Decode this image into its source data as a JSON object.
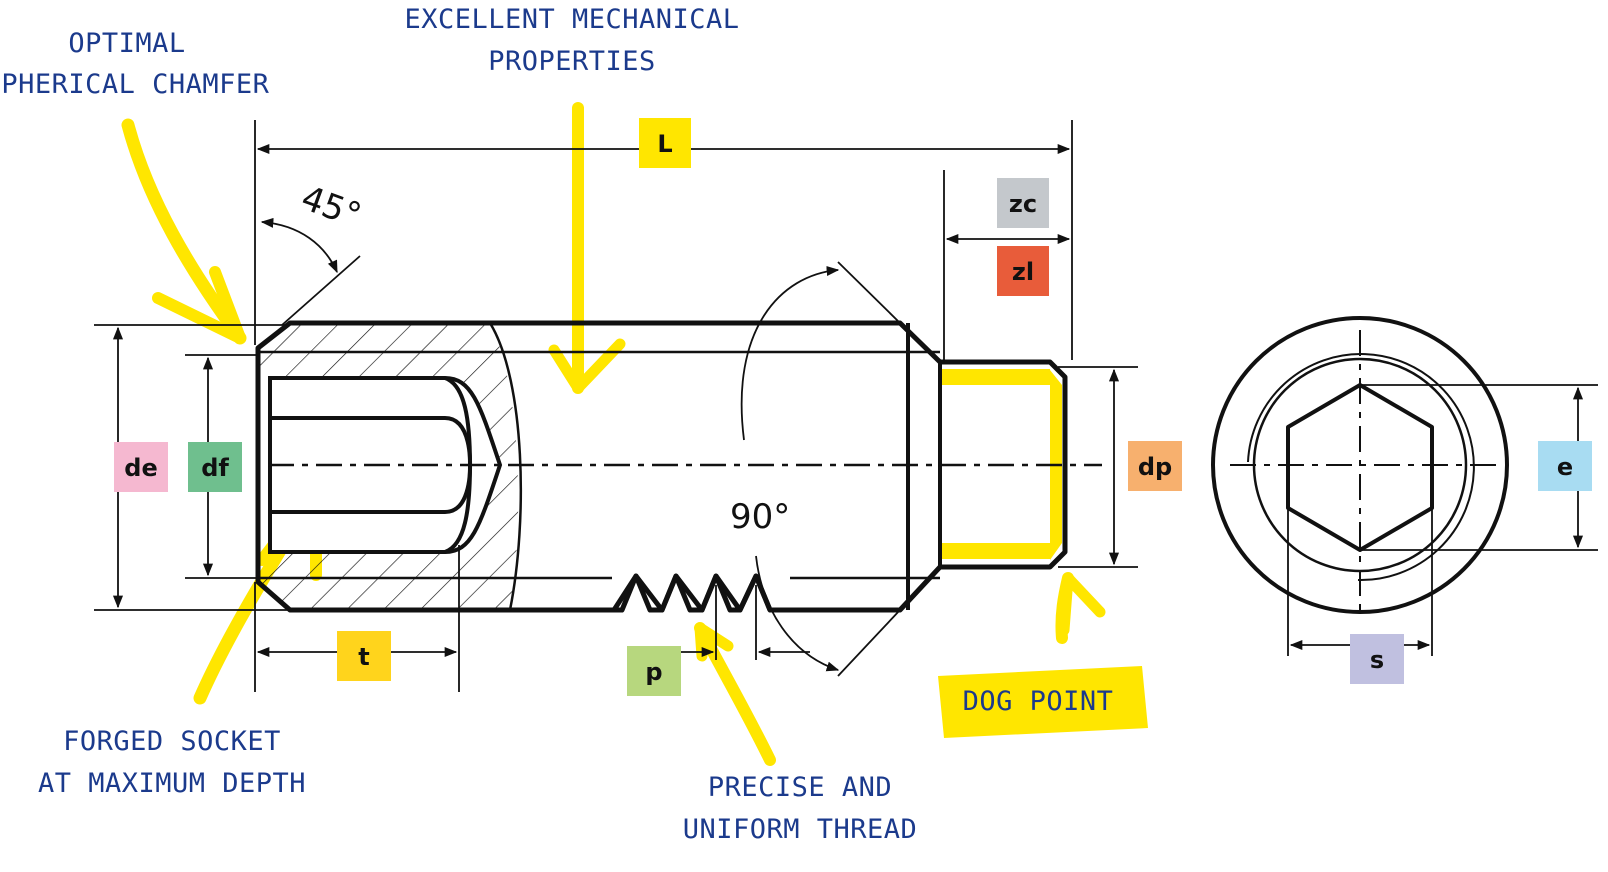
{
  "annotations": {
    "chamfer": [
      "OPTIMAL",
      "SPHERICAL CHAMFER"
    ],
    "mechanical": [
      "EXCELLENT MECHANICAL",
      "PROPERTIES"
    ],
    "socket": [
      "FORGED SOCKET",
      "AT MAXIMUM DEPTH"
    ],
    "thread": [
      "PRECISE AND",
      "UNIFORM THREAD"
    ],
    "dogpoint": "DOG POINT"
  },
  "angles": {
    "chamfer": "45°",
    "point": "90°"
  },
  "dimensions": [
    {
      "id": "L",
      "label": "L",
      "color": "#ffe600"
    },
    {
      "id": "zc",
      "label": "zc",
      "color": "#c4c8cc"
    },
    {
      "id": "zl",
      "label": "zl",
      "color": "#e85c3a"
    },
    {
      "id": "de",
      "label": "de",
      "color": "#f5b8d0"
    },
    {
      "id": "df",
      "label": "df",
      "color": "#6fbf8e"
    },
    {
      "id": "dp",
      "label": "dp",
      "color": "#f7b06e"
    },
    {
      "id": "e",
      "label": "e",
      "color": "#a8dcf2"
    },
    {
      "id": "t",
      "label": "t",
      "color": "#ffd41c"
    },
    {
      "id": "p",
      "label": "p",
      "color": "#b7d77e"
    },
    {
      "id": "s",
      "label": "s",
      "color": "#c0c0e0"
    }
  ],
  "colors": {
    "highlight": "#ffe600",
    "annotation": "#1b3a8c",
    "line": "#111111"
  }
}
